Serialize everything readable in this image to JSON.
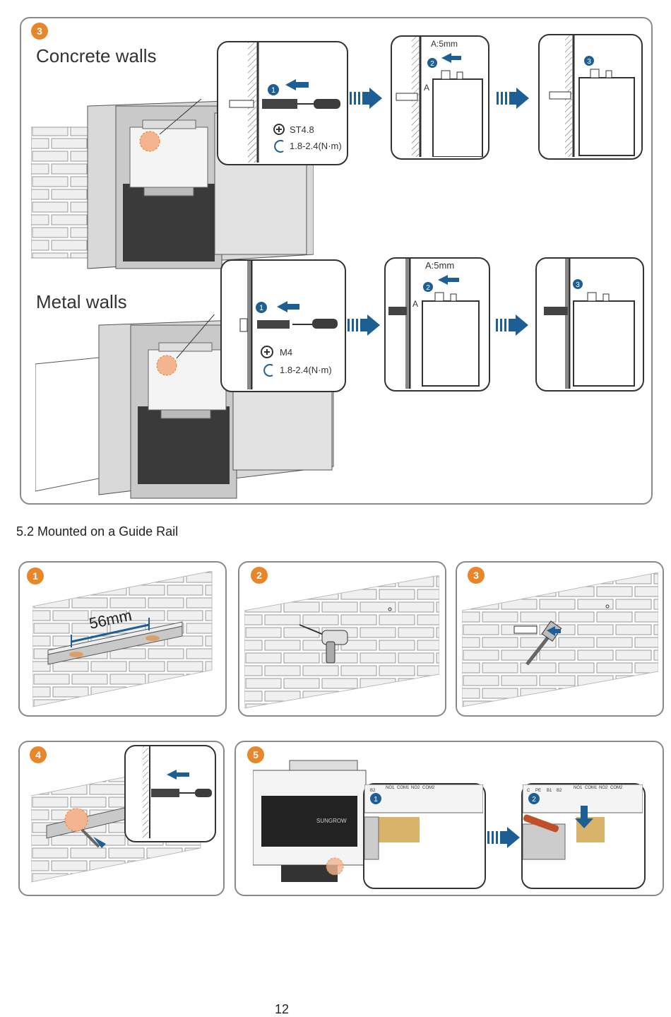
{
  "step3": {
    "badge": "3",
    "concrete": {
      "title": "Concrete walls",
      "screw": "ST4.8",
      "torque": "1.8-2.4(N·m)",
      "gap": "A:5mm",
      "gap_letter": "A",
      "marker1": "1",
      "marker2": "2",
      "marker3": "3"
    },
    "metal": {
      "title": "Metal walls",
      "screw": "M4",
      "torque": "1.8-2.4(N·m)",
      "gap": "A:5mm",
      "gap_letter": "A",
      "marker1": "1",
      "marker2": "2",
      "marker3": "3"
    }
  },
  "section_title": "5.2 Mounted on a Guide Rail",
  "rail_steps": {
    "s1": {
      "badge": "1",
      "measure": "56mm"
    },
    "s2": {
      "badge": "2"
    },
    "s3": {
      "badge": "3"
    },
    "s4": {
      "badge": "4"
    },
    "s5": {
      "badge": "5",
      "marker1": "1",
      "marker2": "2",
      "brand": "SUNGROW",
      "terminals_a": [
        "B2",
        "NO1",
        "COM1",
        "NO2",
        "COM2"
      ],
      "terminals_b": [
        "C",
        "PE",
        "B1",
        "B2",
        "NO1",
        "COM1",
        "NO2",
        "COM2"
      ]
    }
  },
  "page_number": "12",
  "colors": {
    "accent_orange": "#e8862a",
    "arrow_blue": "#1d5f95",
    "frame_gray": "#8a8a8a"
  }
}
